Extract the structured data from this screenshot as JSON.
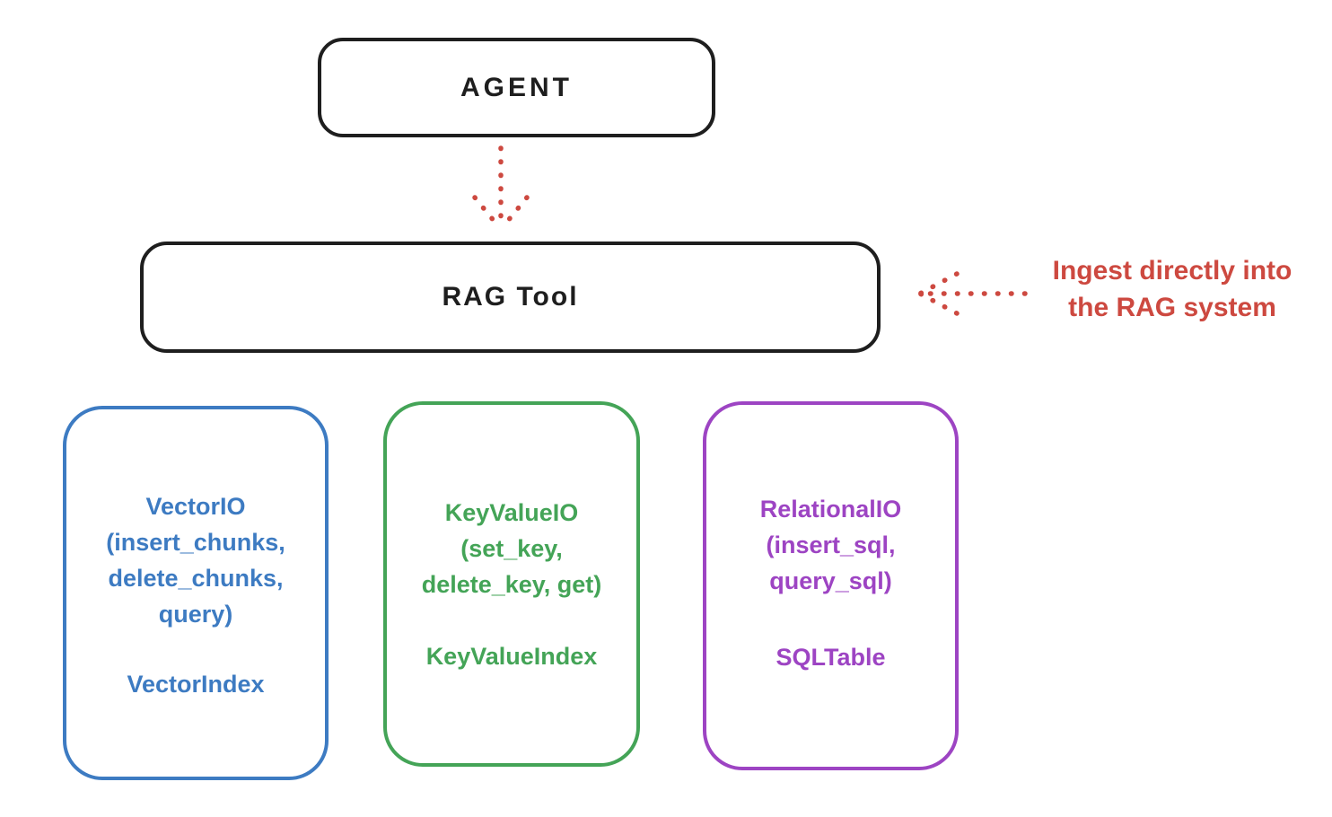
{
  "agent": {
    "label": "AGENT"
  },
  "rag_tool": {
    "label": "RAG Tool"
  },
  "annotation": {
    "lines": [
      "Ingest directly into",
      "the RAG system"
    ],
    "color": "#cd4940"
  },
  "stores": [
    {
      "id": "vector-io",
      "color": "#3d7bc2",
      "lines": [
        "VectorIO",
        "(insert_chunks,",
        "delete_chunks,",
        "query)"
      ],
      "index_label": "VectorIndex"
    },
    {
      "id": "keyvalue-io",
      "color": "#44a457",
      "lines": [
        "KeyValueIO",
        "(set_key,",
        "delete_key, get)"
      ],
      "index_label": "KeyValueIndex"
    },
    {
      "id": "relational-io",
      "color": "#9d44c3",
      "lines": [
        "RelationalIO",
        "(insert_sql,",
        "query_sql)"
      ],
      "index_label": "SQLTable"
    }
  ],
  "colors": {
    "stroke": "#1e1e1e",
    "arrow_red": "#cd4940",
    "background": "#ffffff"
  }
}
